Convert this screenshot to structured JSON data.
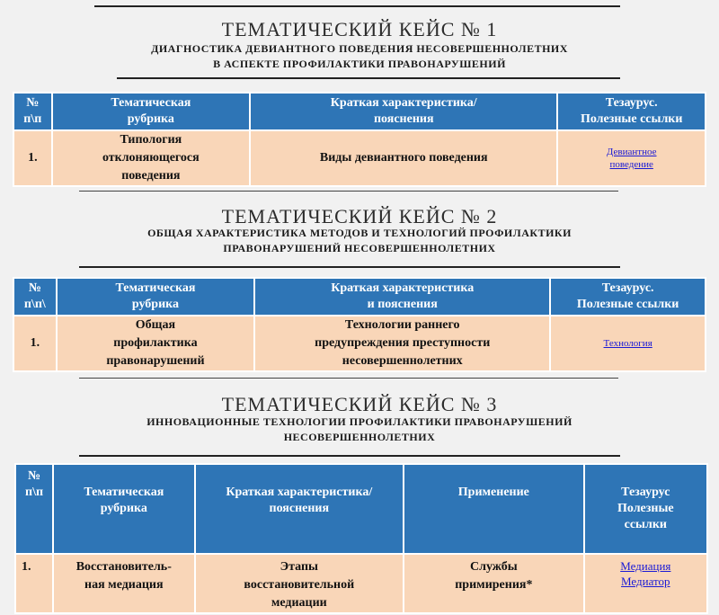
{
  "case1": {
    "title": "ТЕМАТИЧЕСКИЙ КЕЙС № 1",
    "subtitle_line1": "ДИАГНОСТИКА ДЕВИАНТНОГО ПОВЕДЕНИЯ НЕСОВЕРШЕННОЛЕТНИХ",
    "subtitle_line2": "В АСПЕКТЕ ПРОФИЛАКТИКИ ПРАВОНАРУШЕНИЙ",
    "headers": {
      "num_line1": "№",
      "num_line2": "п\\п",
      "rubric_line1": "Тематическая",
      "rubric_line2": "рубрика",
      "desc_line1": "Краткая характеристика/",
      "desc_line2": "пояснения",
      "thes_line1": "Тезаурус.",
      "thes_line2": "Полезные ссылки"
    },
    "row": {
      "num": "1.",
      "rubric_line1": "Типология",
      "rubric_line2": "отклоняющегося",
      "rubric_line3": "поведения",
      "desc": "Виды девиантного поведения",
      "link_line1": "Девиантное",
      "link_line2": "поведение"
    }
  },
  "case2": {
    "title": "ТЕМАТИЧЕСКИЙ КЕЙС № 2",
    "subtitle_line1": "ОБЩАЯ ХАРАКТЕРИСТИКА МЕТОДОВ И ТЕХНОЛОГИЙ ПРОФИЛАКТИКИ",
    "subtitle_line2": "ПРАВОНАРУШЕНИЙ НЕСОВЕРШЕННОЛЕТНИХ",
    "headers": {
      "num_line1": "№",
      "num_line2": "п\\п\\",
      "rubric_line1": "Тематическая",
      "rubric_line2": "рубрика",
      "desc_line1": "Краткая характеристика",
      "desc_line2": "и пояснения",
      "thes_line1": "Тезаурус.",
      "thes_line2": "Полезные ссылки"
    },
    "row": {
      "num": "1.",
      "rubric_line1": "Общая",
      "rubric_line2": "профилактика",
      "rubric_line3": "правонарушений",
      "desc_line1": "Технологии раннего",
      "desc_line2": "предупреждения преступности",
      "desc_line3": "несовершеннолетних",
      "link": "Технология"
    }
  },
  "case3": {
    "title": "ТЕМАТИЧЕСКИЙ КЕЙС № 3",
    "subtitle_line1": "ИННОВАЦИОННЫЕ ТЕХНОЛОГИИ ПРОФИЛАКТИКИ ПРАВОНАРУШЕНИЙ",
    "subtitle_line2": "НЕСОВЕРШЕННОЛЕТНИХ",
    "headers": {
      "num_line1": "№",
      "num_line2": "п\\п",
      "rubric_line1": "Тематическая",
      "rubric_line2": "рубрика",
      "desc_line1": "Краткая характеристика/",
      "desc_line2": "пояснения",
      "usage": "Применение",
      "thes_line1": "Тезаурус",
      "thes_line2": "Полезные",
      "thes_line3": "ссылки"
    },
    "row": {
      "num": "1.",
      "rubric_line1": "Восстановитель-",
      "rubric_line2": "ная медиация",
      "desc_line1": "Этапы",
      "desc_line2": "восстановительной",
      "desc_line3": "медиации",
      "usage_line1": "Службы",
      "usage_line2": "примирения*",
      "link1": "Медиация",
      "link2": "Медиатор"
    }
  }
}
